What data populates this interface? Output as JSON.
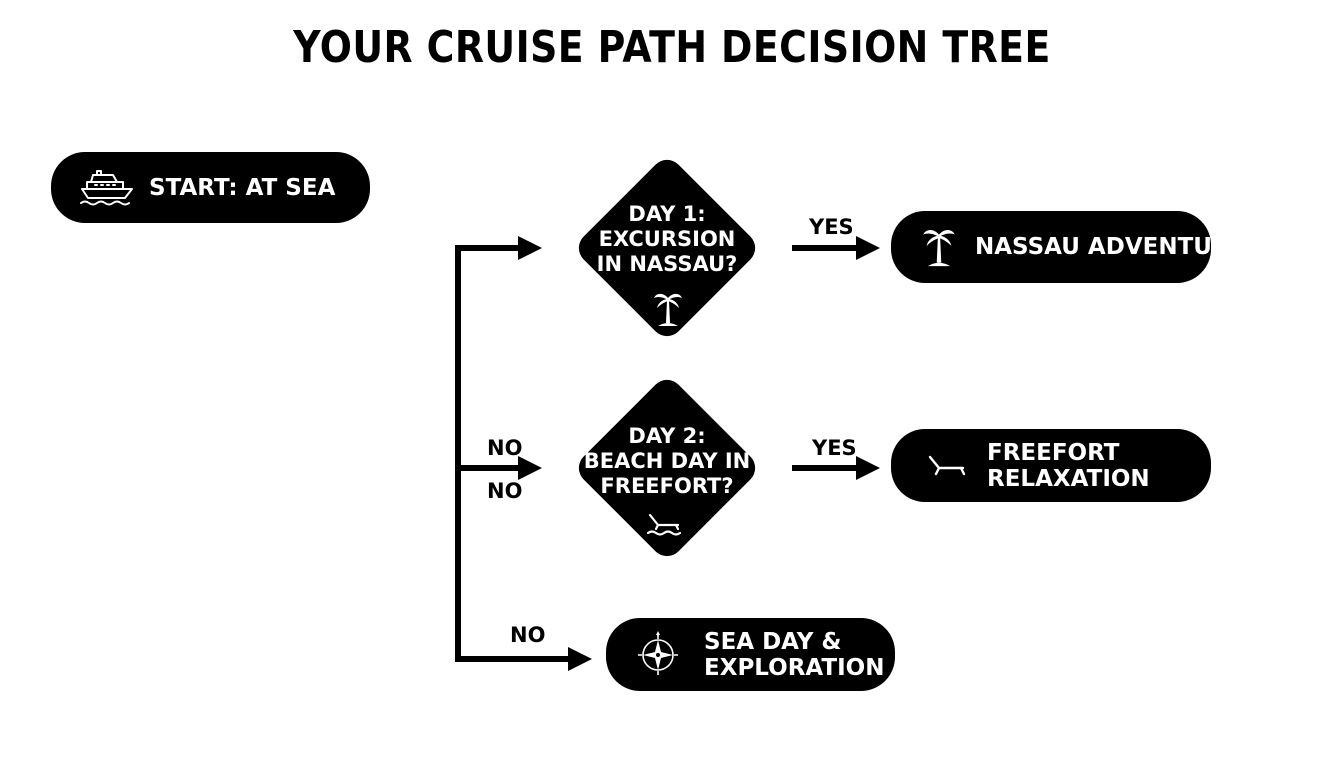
{
  "title": "YOUR CRUISE PATH DECISION TREE",
  "nodes": {
    "start": {
      "label": "START: AT SEA",
      "icon": "cruise-ship-icon"
    },
    "decision_1": {
      "lines": [
        "DAY 1:",
        "EXCURSION",
        "IN NASSAU?"
      ],
      "icon": "palm-tree-icon"
    },
    "decision_2": {
      "lines": [
        "DAY 2:",
        "BEACH DAY IN",
        "FREEFORT?"
      ],
      "icon": "beach-lounger-icon"
    },
    "outcome_nassau": {
      "label": "NASSAU ADVENTURE",
      "icon": "palm-tree-icon"
    },
    "outcome_freefort": {
      "lines": [
        "FREEFORT",
        "RELAXATION"
      ],
      "icon": "lounge-chair-icon"
    },
    "outcome_sea": {
      "lines": [
        "SEA DAY &",
        "EXPLORATION"
      ],
      "icon": "compass-rose-icon"
    }
  },
  "edges": {
    "d1_yes": "YES",
    "d2_yes": "YES",
    "no_upper": "NO",
    "no_lower": "NO",
    "no_bottom": "NO"
  },
  "colors": {
    "node_fill": "#000000",
    "node_text": "#ffffff",
    "connector": "#000000",
    "background": "#ffffff"
  }
}
